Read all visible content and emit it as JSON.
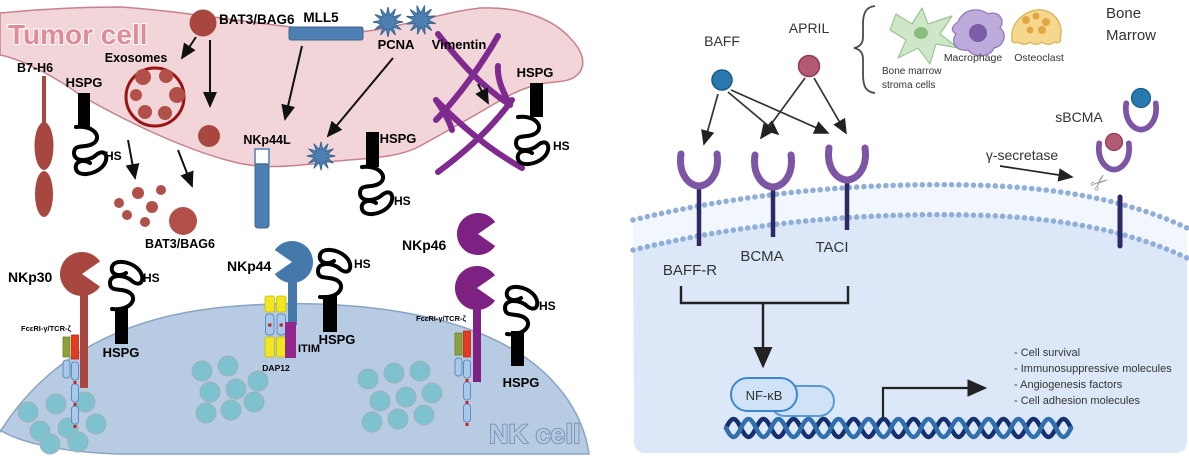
{
  "left_panel": {
    "tumor_cell": "Tumor cell",
    "nk_cell": "NK cell",
    "b7h6": "B7-H6",
    "exosomes": "Exosomes",
    "bat3_top": "BAT3/BAG6",
    "bat3_released": "BAT3/BAG6",
    "mll5": "MLL5",
    "pcna": "PCNA",
    "vimentin": "Vimentin",
    "nkp44l": "NKp44L",
    "hspg": "HSPG",
    "hs": "HS",
    "nkp30": "NKp30",
    "nkp44": "NKp44",
    "nkp46": "NKp46",
    "fceri": "FcεRI-γ/TCR-ζ",
    "dap12": "DAP12",
    "itim": "ITIM"
  },
  "right_panel": {
    "baff": "BAFF",
    "april": "APRIL",
    "stroma_line1": "Bone marrow",
    "stroma_line2": "stroma cells",
    "macrophage": "Macrophage",
    "osteoclast": "Osteoclast",
    "bone_marrow_line1": "Bone",
    "bone_marrow_line2": "Marrow",
    "sbcma": "sBCMA",
    "gamma_secretase": "γ-secretase",
    "baff_r": "BAFF-R",
    "bcma": "BCMA",
    "taci": "TACI",
    "nfkb": "NF-κB",
    "outcomes": [
      "- Cell survival",
      "- Immunosuppressive molecules",
      "- Angiogenesis factors",
      "- Cell adhesion molecules"
    ]
  },
  "colors": {
    "tumor_fill": "#f2d5d8",
    "tumor_stroke": "#c9808c",
    "tumor_text": "#e08c96",
    "brick": "#a8473f",
    "steel_blue": "#4d7fb2",
    "nkp46_purple": "#7d2182",
    "vimentin_purple": "#7e2a8e",
    "nk_fill": "#b7cbe3",
    "nk_stroke": "#8aa5c4",
    "granule": "#7fc2cf",
    "dap12_yellow": "#f0e622",
    "itim_purple": "#93268f",
    "receptor_purple": "#7d55a5",
    "receptor_stem": "#2e2866",
    "baff_blue": "#2779b0",
    "april_rose": "#b25a74",
    "membrane_dot": "#8fafd8",
    "interior": "#dce8f7",
    "dna_dark": "#16306e",
    "dna_mid": "#2f6fad",
    "nfkb_fill": "#cfe2f6",
    "nfkb_stroke": "#3e86d1"
  }
}
